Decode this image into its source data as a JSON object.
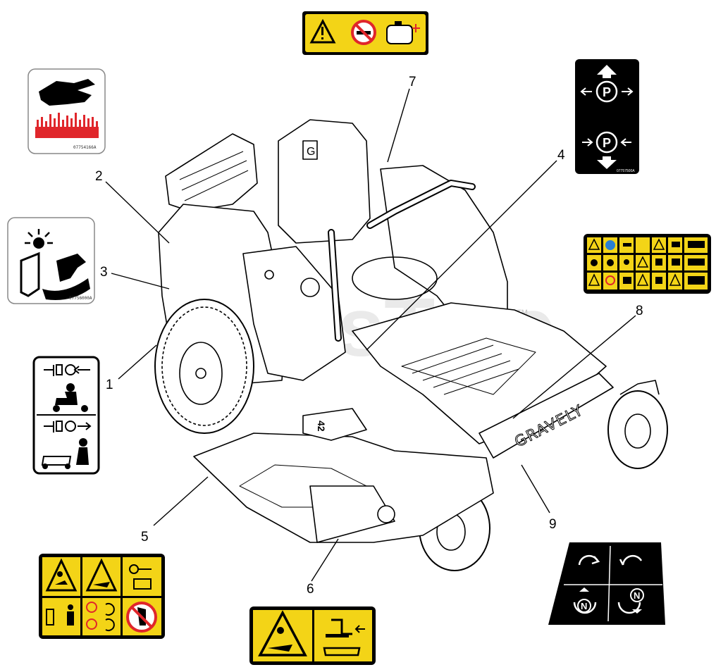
{
  "watermark": "PartsTree",
  "trademark": "™",
  "brand_text": "GRAVELY",
  "deck_width_label": "42",
  "seat_logo": "G",
  "callouts": [
    "1",
    "2",
    "3",
    "4",
    "5",
    "6",
    "7",
    "8",
    "9"
  ],
  "decal_codes": {
    "hot_surface": "07754166A",
    "hand_crush": "07756000A",
    "parking_brake": "07757500A"
  },
  "brake_letter": "P",
  "neutral_letter": "N",
  "colors": {
    "decal_yellow": "#f3d417",
    "decal_black": "#000000",
    "decal_red": "#e0262b",
    "line": "#000000"
  }
}
